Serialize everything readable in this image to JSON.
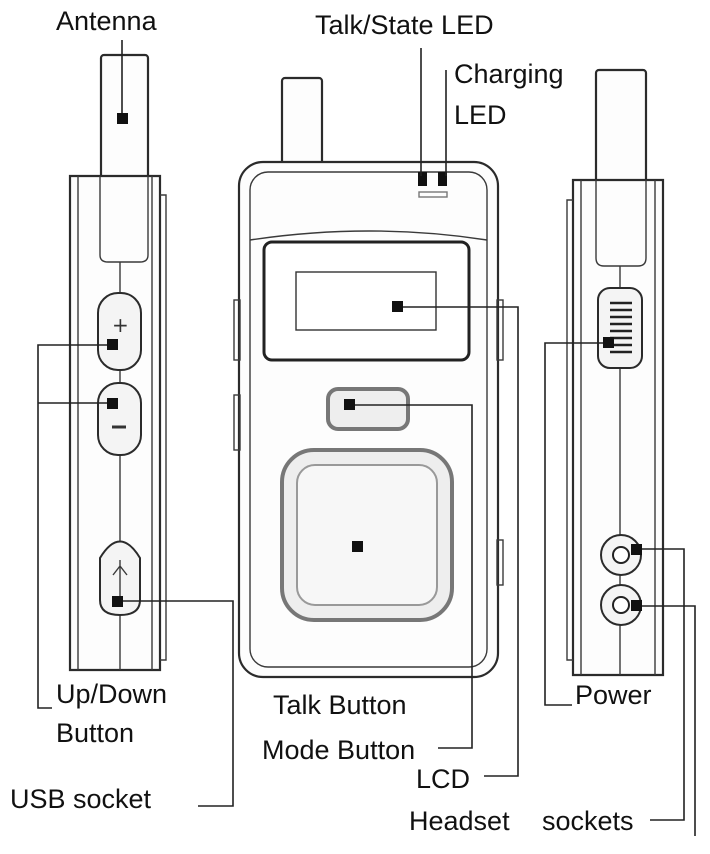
{
  "labels": {
    "antenna": "Antenna",
    "talk_state_led": "Talk/State LED",
    "charging_led_line1": "Charging",
    "charging_led_line2": "LED",
    "up_down_line1": "Up/Down",
    "up_down_line2": "Button",
    "usb_socket": "USB socket",
    "talk_button": "Talk Button",
    "mode_button": "Mode Button",
    "lcd": "LCD",
    "power": "Power",
    "headset_sockets_part1": "Headset",
    "headset_sockets_part2": "sockets"
  },
  "colors": {
    "line": "#222222",
    "marker": "#111111",
    "device_outline": "#2b2b2b",
    "button_grey": "#777777"
  }
}
